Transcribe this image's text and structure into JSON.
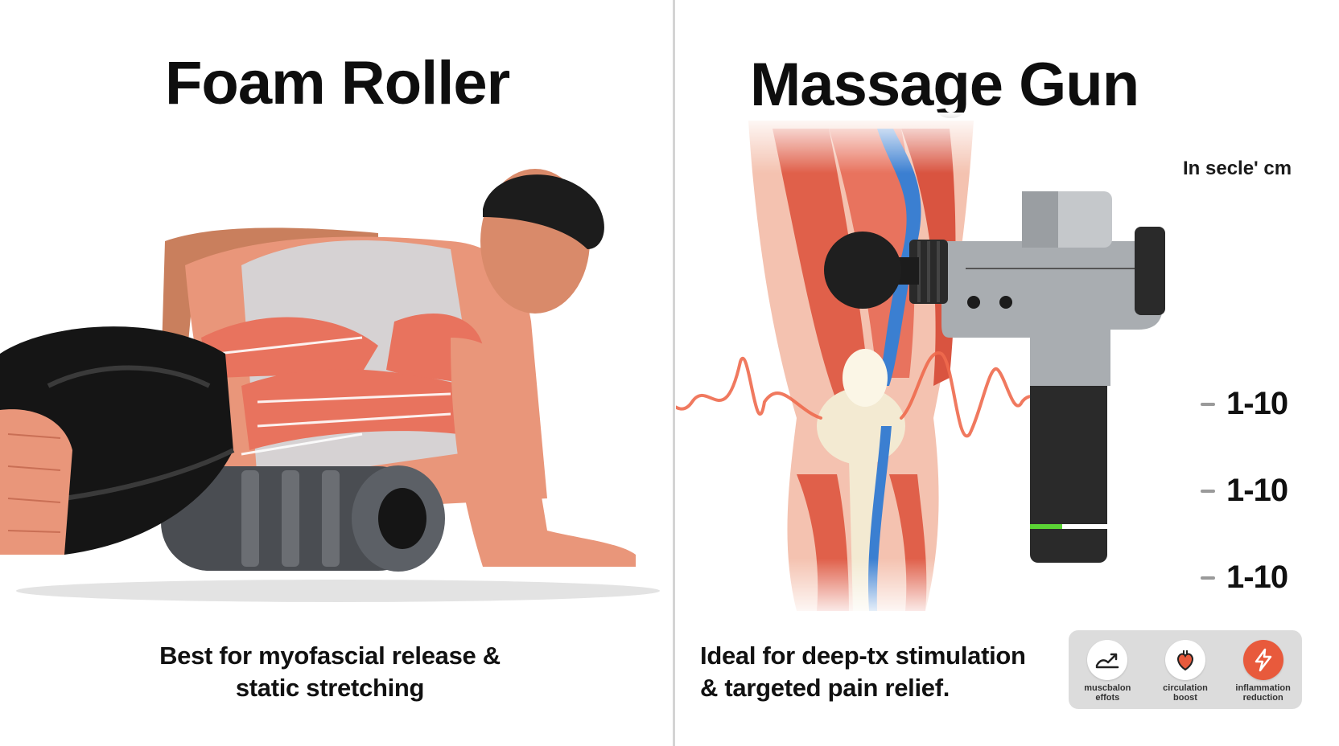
{
  "foam_roller": {
    "title": "Foam Roller",
    "caption_line1": "Best for myofascial release &",
    "caption_line2": "static stretching"
  },
  "massage_gun": {
    "title": "Massage Gun",
    "caption_line1": "Ideal for deep-tx stimulation",
    "caption_line2": "& targeted pain relief.",
    "scale_note": "In secle' cm",
    "scale_values": [
      "1-10",
      "1-10",
      "1-10"
    ],
    "benefits": [
      {
        "line1": "muscbalon",
        "line2": "effots",
        "icon": "muscle-icon"
      },
      {
        "line1": "circulation",
        "line2": "boost",
        "icon": "heart-icon"
      },
      {
        "line1": "inflammation",
        "line2": "reduction",
        "icon": "lightning-icon"
      }
    ]
  },
  "colors": {
    "muscle": "#e8735e",
    "skin": "#e9967a",
    "roller": "#4a4d52",
    "gun_body": "#a9adb1",
    "vein": "#3b7fd1",
    "accent_red": "#e85a3c",
    "accent_green": "#5bd335"
  }
}
